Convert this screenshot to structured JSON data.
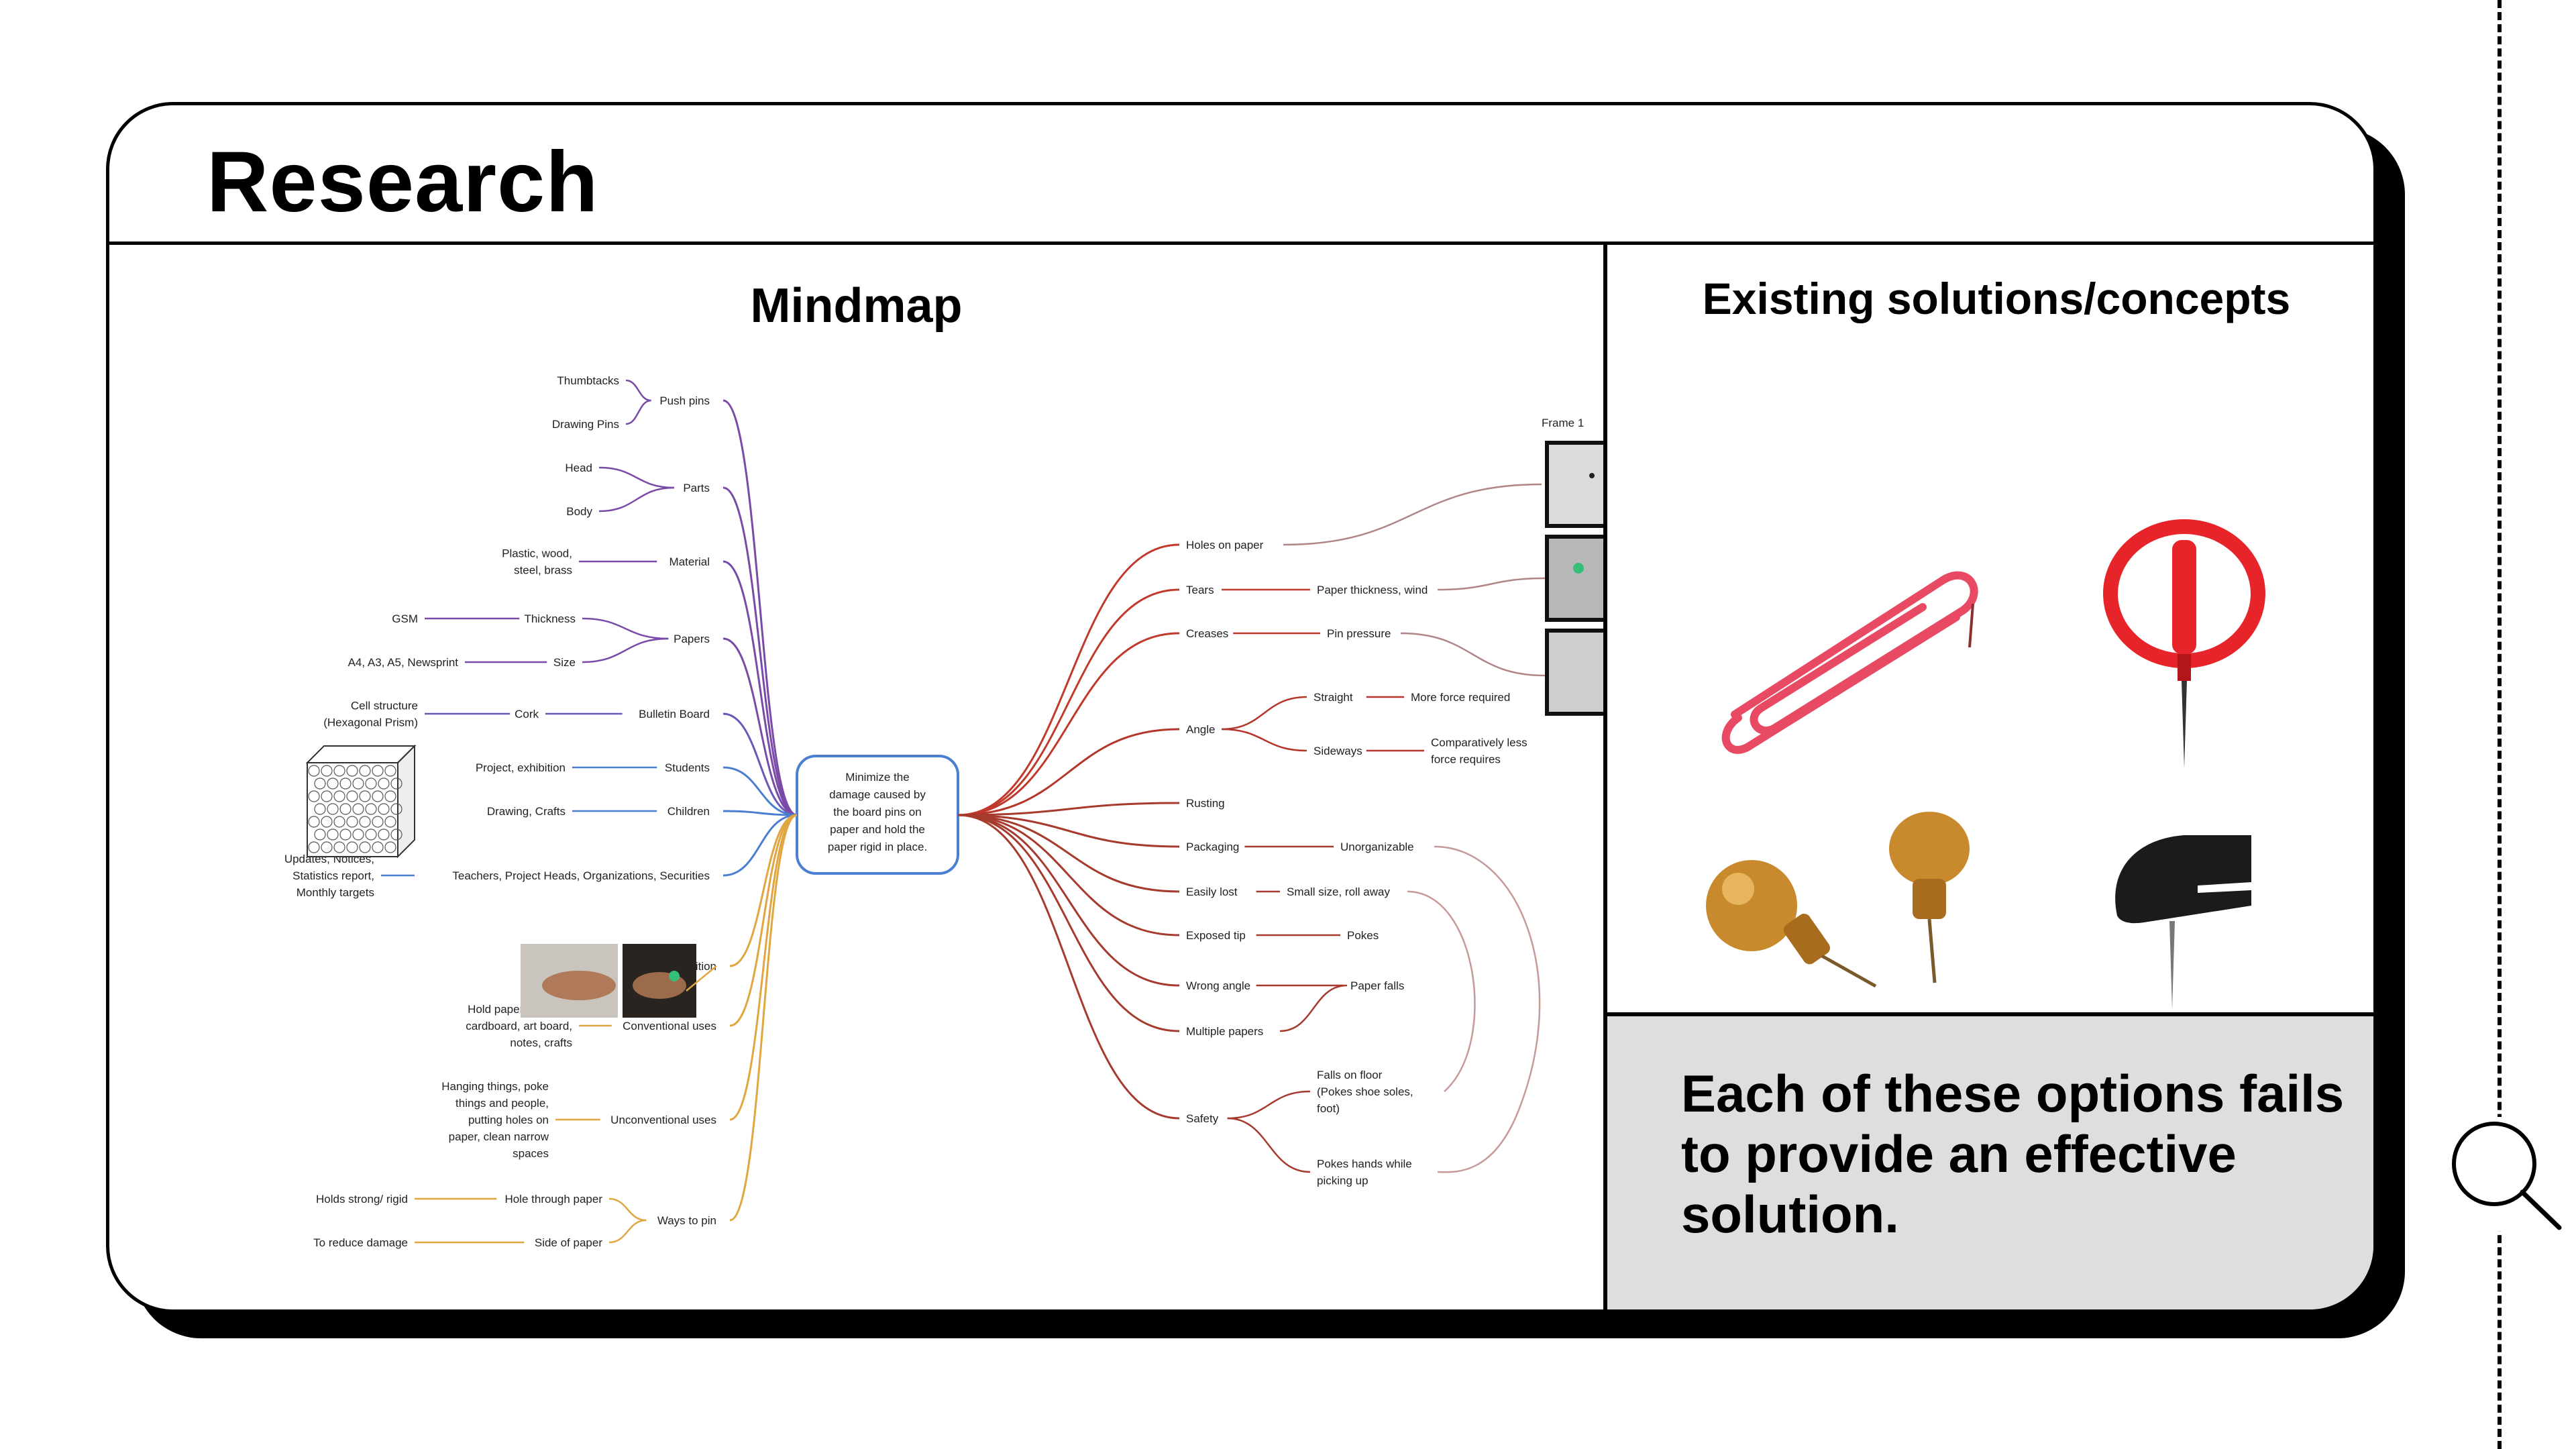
{
  "heading": "Research",
  "mindmap": {
    "title": "Mindmap",
    "center": [
      "Minimize the",
      "damage caused by",
      "the board pins on",
      "paper and hold the",
      "paper rigid in place."
    ],
    "frame_label": "Frame 1",
    "left": [
      {
        "key": "push_pins",
        "label": "Push pins",
        "subs": [
          {
            "t": "Thumbtacks"
          },
          {
            "t": "Drawing Pins"
          }
        ]
      },
      {
        "key": "parts",
        "label": "Parts",
        "subs": [
          {
            "t": "Head"
          },
          {
            "t": "Body"
          }
        ]
      },
      {
        "key": "material",
        "label": "Material",
        "subs": [
          {
            "t": "Plastic, wood,\nsteel, brass"
          }
        ]
      },
      {
        "key": "papers",
        "label": "Papers",
        "subs": [
          {
            "t": "Thickness",
            "leaf": "GSM"
          },
          {
            "t": "Size",
            "leaf": "A4, A3, A5, Newsprint"
          }
        ]
      },
      {
        "key": "bulletin",
        "label": "Bulletin Board",
        "subs": [
          {
            "t": "Cork",
            "leaf": "Cell structure\n(Hexagonal Prism)"
          }
        ]
      },
      {
        "key": "students",
        "label": "Students",
        "subs": [
          {
            "t": "Project, exhibition"
          }
        ]
      },
      {
        "key": "children",
        "label": "Children",
        "subs": [
          {
            "t": "Drawing, Crafts"
          }
        ]
      },
      {
        "key": "teachers",
        "label": "Teachers, Project Heads, Organizations, Securities",
        "subs": [
          {
            "t": "Updates, Notices,\nStatistics report,\nMonthly targets"
          }
        ]
      },
      {
        "key": "holding",
        "label": "Holding position",
        "subs": []
      },
      {
        "key": "conventional",
        "label": "Conventional uses",
        "subs": [
          {
            "t": "Hold papers, sheets,\ncardboard, art board,\nnotes, crafts"
          }
        ]
      },
      {
        "key": "unconventional",
        "label": "Unconventional uses",
        "subs": [
          {
            "t": "Hanging things, poke\nthings and people,\nputting holes on\npaper, clean narrow\nspaces"
          }
        ]
      },
      {
        "key": "ways",
        "label": "Ways to pin",
        "subs": [
          {
            "t": "Hole through paper",
            "leaf": "Holds strong/ rigid"
          },
          {
            "t": "Side of paper",
            "leaf": "To reduce damage"
          }
        ]
      }
    ],
    "right": [
      {
        "key": "holes",
        "label": "Holes on paper",
        "subs": []
      },
      {
        "key": "tears",
        "label": "Tears",
        "subs": [
          {
            "t": "Paper thickness, wind"
          }
        ]
      },
      {
        "key": "creases",
        "label": "Creases",
        "subs": [
          {
            "t": "Pin pressure"
          }
        ]
      },
      {
        "key": "angle",
        "label": "Angle",
        "subs": [
          {
            "t": "Straight",
            "leaf": "More force required"
          },
          {
            "t": "Sideways",
            "leaf": "Comparatively less\nforce requires"
          }
        ]
      },
      {
        "key": "rusting",
        "label": "Rusting",
        "subs": []
      },
      {
        "key": "packaging",
        "label": "Packaging",
        "subs": [
          {
            "t": "Unorganizable"
          }
        ]
      },
      {
        "key": "easily_lost",
        "label": "Easily lost",
        "subs": [
          {
            "t": "Small size, roll away"
          }
        ]
      },
      {
        "key": "exposed",
        "label": "Exposed tip",
        "subs": [
          {
            "t": "Pokes"
          }
        ]
      },
      {
        "key": "wrong_angle",
        "label": "Wrong angle",
        "subs": [
          {
            "t": "Paper falls"
          }
        ]
      },
      {
        "key": "multiple",
        "label": "Multiple papers",
        "subs": []
      },
      {
        "key": "safety",
        "label": "Safety",
        "subs": [
          {
            "t": "Falls on floor\n(Pokes shoe soles,\nfoot)"
          },
          {
            "t": "Pokes hands while\npicking up"
          }
        ]
      }
    ]
  },
  "solutions": {
    "title": "Existing solutions/concepts",
    "items": [
      {
        "name": "paper-clip",
        "color": "#e84a63"
      },
      {
        "name": "red-loop-pin",
        "color": "#e8242b"
      },
      {
        "name": "brass-map-pins",
        "color": "#c98a2e"
      },
      {
        "name": "black-wedge-pin",
        "color": "#1b1b1b"
      }
    ]
  },
  "conclusion": "Each of these options fails to provide an effective solution."
}
